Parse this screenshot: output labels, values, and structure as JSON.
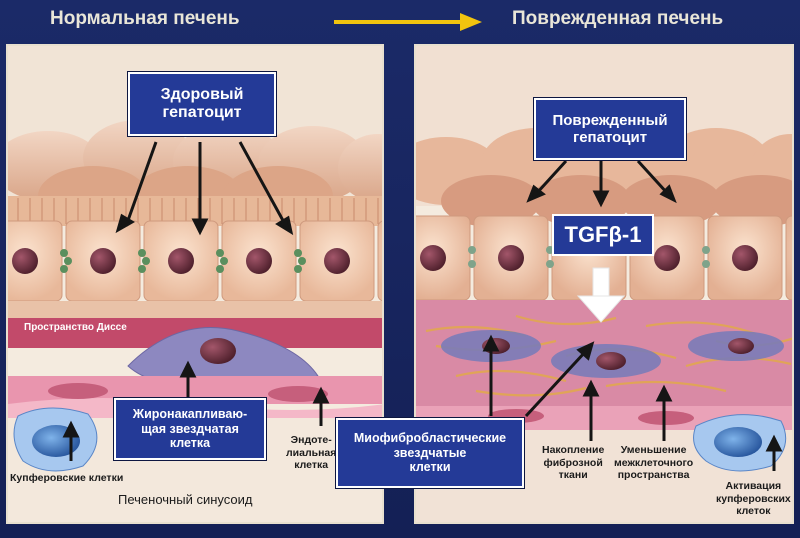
{
  "headings": {
    "left": "Нормальная печень",
    "right": "Поврежденная печень"
  },
  "left_panel": {
    "box_healthy": "Здоровый\nгепатоцит",
    "box_stellate": "Жиронакапливаю-\nщая звездчатая\nклетка",
    "label_disse": "Пространство Диссе",
    "label_endothelial": "Эндоте-\nлиальная\nклетка",
    "label_kupffer": "Купферовские клетки",
    "label_sinusoid": "Печеночный синусоид"
  },
  "right_panel": {
    "box_damaged": "Поврежденный\nгепатоцит",
    "tgf": "TGFβ-1",
    "label_fibrous": "Накопление\nфиброзной\nткани",
    "label_space": "Уменьшение\nмежклеточного\nпространства",
    "label_kupffer_act": "Активация\nкупферовских\nклеток"
  },
  "center_box": "Миофибробластические\nзвездчатые\nклетки",
  "colors": {
    "background": "#17265e",
    "box_fill": "#243a97",
    "arrow_heading": "#f1c40f",
    "nucleus": "#6a2d3c",
    "kupffer": "#2e62b0"
  }
}
